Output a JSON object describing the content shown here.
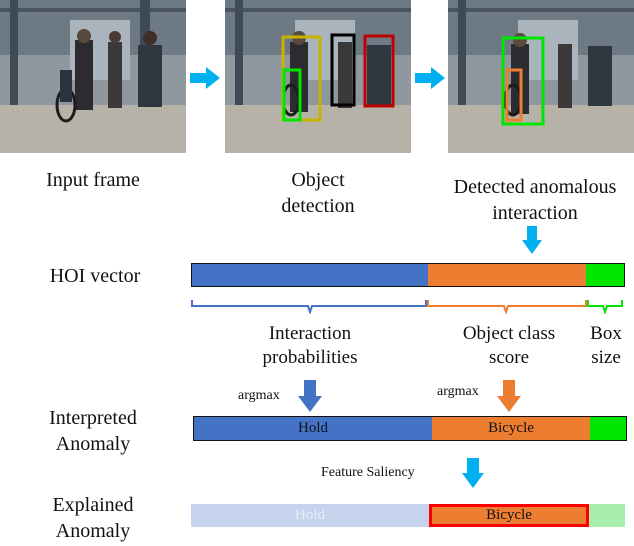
{
  "frames": {
    "input_caption": "Input frame",
    "detection_caption_lines": [
      "Object",
      "detection"
    ],
    "anomaly_caption_lines": [
      "Detected anomalous",
      "interaction"
    ]
  },
  "hoi": {
    "row_label": "HOI vector",
    "interaction_label_lines": [
      "Interaction",
      "probabilities"
    ],
    "class_label_lines": [
      "Object class",
      "score"
    ],
    "box_label_lines": [
      "Box",
      "size"
    ]
  },
  "interpreted": {
    "row_label_lines": [
      "Interpreted",
      "Anomaly"
    ],
    "argmax_left": "argmax",
    "argmax_right": "argmax",
    "hold_label": "Hold",
    "bicycle_label": "Bicycle"
  },
  "explained": {
    "saliency_label": "Feature Saliency",
    "row_label_lines": [
      "Explained",
      "Anomaly"
    ],
    "hold_label": "Hold",
    "bicycle_label": "Bicycle"
  },
  "colors": {
    "blue": "#4472c4",
    "orange": "#ed7d31",
    "green": "#00e600",
    "arrow_cyan": "#00b0f0",
    "faded_blue": "#c5d3ec",
    "faded_green": "#a8ecae",
    "highlight_red": "#ff0000"
  }
}
